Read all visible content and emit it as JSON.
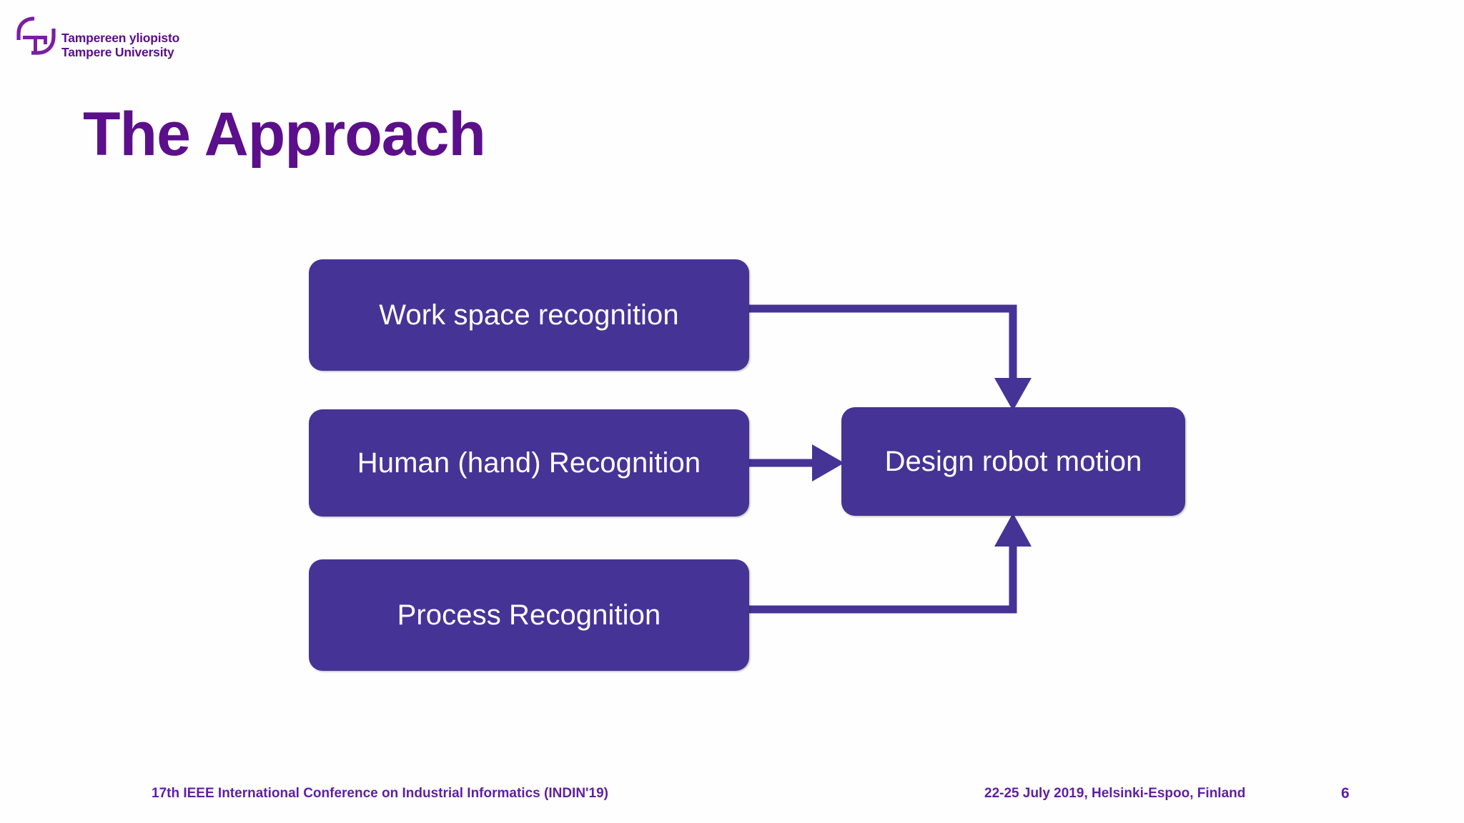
{
  "slide": {
    "background_color": "#fefefe",
    "title": "The Approach",
    "title_color": "#5B0F8B"
  },
  "logo": {
    "mark_name": "tampere-university-logo-mark",
    "mark_color": "#7A1FA2",
    "line1": "Tampereen yliopisto",
    "line2": "Tampere University"
  },
  "diagram": {
    "type": "flowchart",
    "node_fill": "#453495",
    "node_text_color": "#ffffff",
    "connector_color": "#453495",
    "nodes": [
      {
        "id": "workspace",
        "label": "Work space recognition"
      },
      {
        "id": "human",
        "label": "Human (hand) Recognition"
      },
      {
        "id": "process",
        "label": "Process Recognition"
      },
      {
        "id": "design",
        "label": "Design robot motion"
      }
    ],
    "edges": [
      {
        "from": "workspace",
        "to": "design",
        "style": "elbow-down"
      },
      {
        "from": "human",
        "to": "design",
        "style": "straight"
      },
      {
        "from": "process",
        "to": "design",
        "style": "elbow-up"
      }
    ]
  },
  "footer": {
    "conference": "17th IEEE International Conference on Industrial Informatics (INDIN'19)",
    "date_location": "22-25 July 2019, Helsinki-Espoo, Finland",
    "page_number": "6",
    "color": "#5F1FA0"
  }
}
